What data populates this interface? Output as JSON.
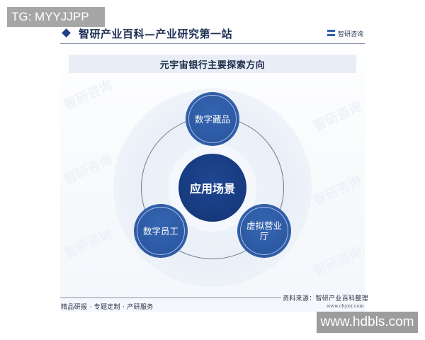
{
  "overlay": {
    "tg_badge": "TG: MYYJJPP",
    "site_badge": "www.hdbls.com"
  },
  "header": {
    "icon": "diamond-icon",
    "title": "智研产业百科—产业研究第一站",
    "logo_icon": "zhiyan-logo-icon",
    "logo_text": "智研咨询"
  },
  "banner": {
    "title": "元宇宙银行主要探索方向"
  },
  "diagram": {
    "center": "应用场景",
    "nodes": [
      {
        "label": "数字藏品",
        "position": "top"
      },
      {
        "label": "数字员工",
        "position": "bottom-left"
      },
      {
        "label": "虚拟营业厅",
        "position": "bottom-right"
      }
    ],
    "colors": {
      "center": "#173a7e",
      "node": "#2c58a2",
      "ring": "#6f7685",
      "halo": "#eaf0f8"
    }
  },
  "watermark": "智研咨询",
  "footer": {
    "left": "精品研报 · 专题定制 · 产研服务",
    "source": "资料来源：智研产业百科整理",
    "url": "www.chyxx.com"
  }
}
